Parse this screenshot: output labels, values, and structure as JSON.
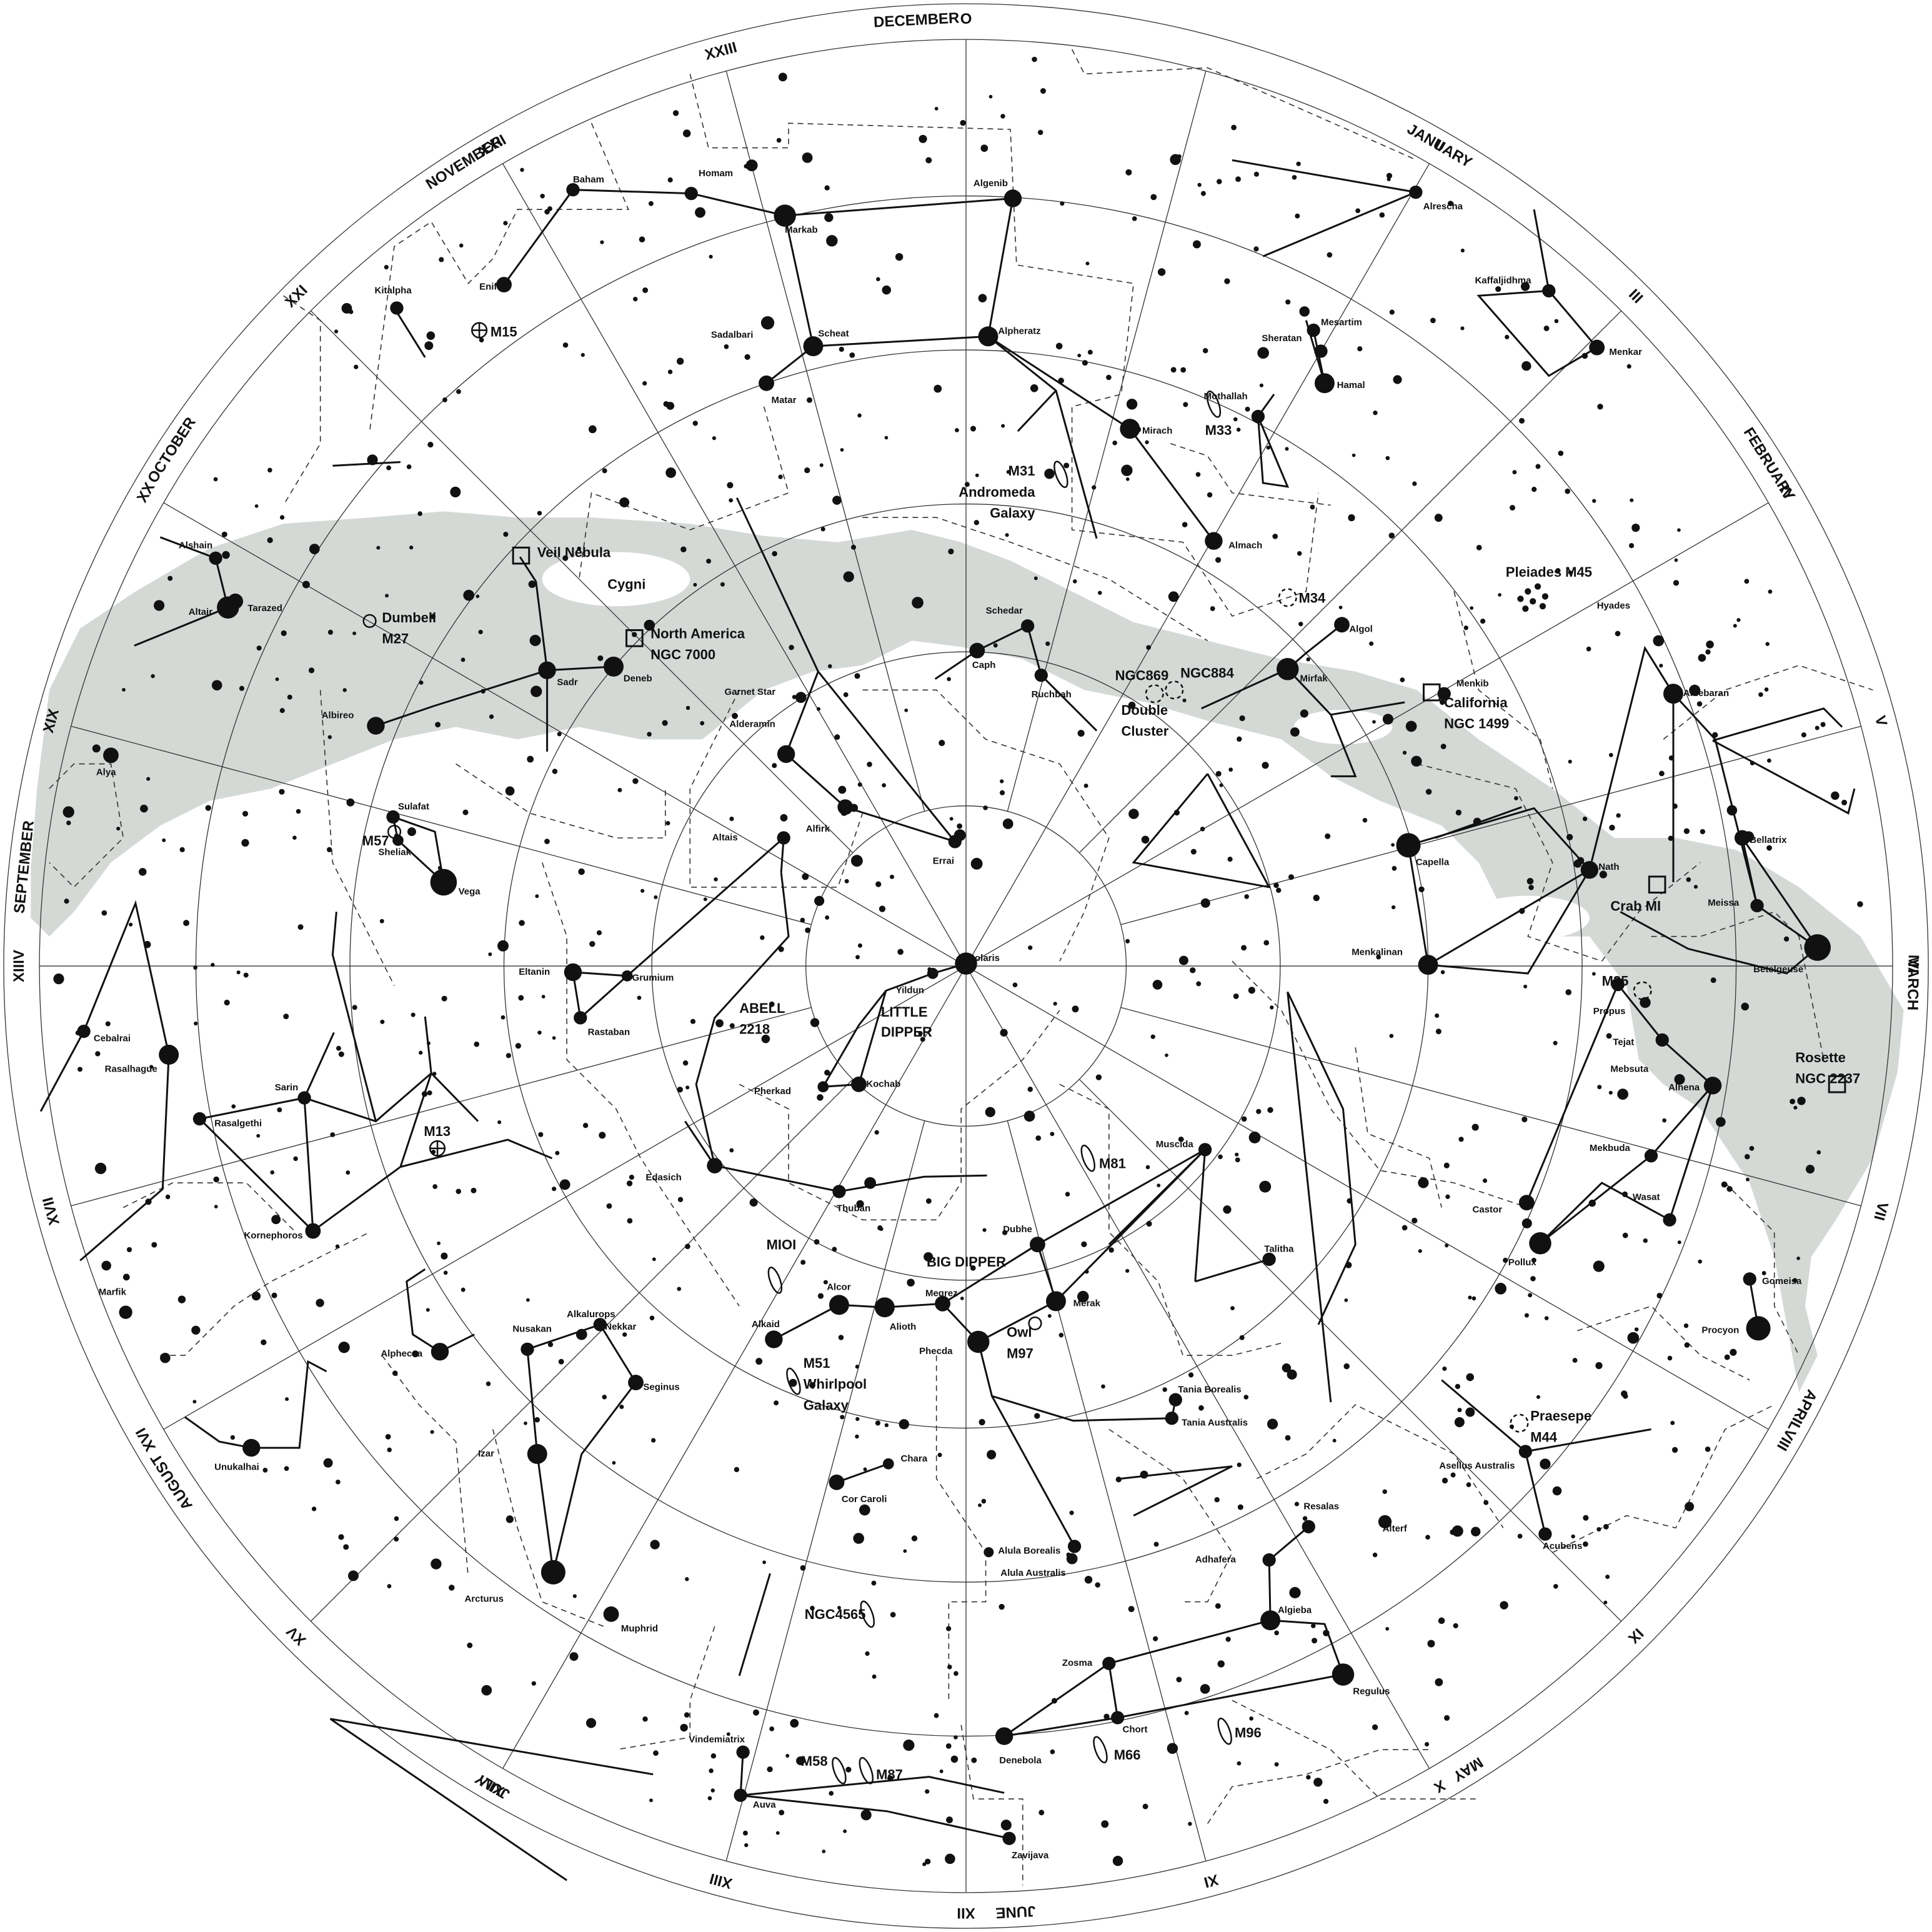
{
  "months": [
    "SEPTEMBER",
    "OCTOBER",
    "NOVEMBER",
    "DECEMBER",
    "JANUARY",
    "FEBRUARY",
    "MARCH",
    "APRIL",
    "MAY",
    "JUNE",
    "JULY",
    "AUGUST"
  ],
  "hours": [
    "O",
    "II",
    "III",
    "IV",
    "V",
    "VI",
    "VII",
    "VIII",
    "IX",
    "X",
    "XI",
    "XII",
    "XIII",
    "XIV",
    "XV",
    "XVI",
    "XVII",
    "XIIIV",
    "XIX",
    "XX",
    "XXI",
    "XXII",
    "XXIII"
  ],
  "groups": {
    "little_dipper": "LITTLE\nDIPPER",
    "big_dipper": "BIG DIPPER"
  },
  "stars": [
    "Polaris",
    "Yildun",
    "Kochab",
    "Pherkad",
    "Errai",
    "Alfirk",
    "Alderamin",
    "Garnet Star",
    "Caph",
    "Schedar",
    "Ruchbah",
    "Deneb",
    "Sadr",
    "Albireo",
    "Vega",
    "Sulafat",
    "Sheliak",
    "Altais",
    "Eltanin",
    "Grumium",
    "Rastaban",
    "Edasich",
    "Thuban",
    "Alkaid",
    "Alcor",
    "Alioth",
    "Megrez",
    "Phecda",
    "Dubhe",
    "Merak",
    "Muscida",
    "Talitha",
    "Tania Borealis",
    "Tania Australis",
    "Alula Borealis",
    "Alula Australis",
    "Cor Caroli",
    "Chara",
    "Arcturus",
    "Izar",
    "Nusakan",
    "Alkalurops",
    "Nekkar",
    "Seginus",
    "Muphrid",
    "Alphecca",
    "Unukalhai",
    "Kornephoros",
    "Rasalgethi",
    "Sarin",
    "Rasalhague",
    "Cebalrai",
    "Marfik",
    "Alya",
    "Altair",
    "Alshain",
    "Tarazed",
    "Enif",
    "Baham",
    "Homam",
    "Markab",
    "Scheat",
    "Sadalbari",
    "Matar",
    "Kitalpha",
    "Algenib",
    "Alpheratz",
    "Mirach",
    "Almach",
    "Mesartim",
    "Sheratan",
    "Hamal",
    "Mothallah",
    "Alrescha",
    "Kaffaljidhma",
    "Menkar",
    "Algol",
    "Mirfak",
    "Capella",
    "Menkalinan",
    "Menkib",
    "El Nath",
    "Aldebaran",
    "Hyades",
    "Bellatrix",
    "Meissa",
    "Betelgeuse",
    "Propus",
    "Tejat",
    "Alhena",
    "Mebsuta",
    "Mekbuda",
    "Wasat",
    "Castor",
    "Pollux",
    "Gomeisa",
    "Procyon",
    "Asellus Australis",
    "Acubens",
    "Resalas",
    "Alterf",
    "Adhafera",
    "Algieba",
    "Regulus",
    "Zosma",
    "Chort",
    "Denebola",
    "Vindemiatrix",
    "Auva",
    "Zavijava"
  ],
  "objects": [
    "Veil Nebula",
    "Cygni",
    "North America\nNGC 7000",
    "Dumbell\nM27",
    "M57",
    "M15",
    "M13",
    "M31\nAndromeda\nGalaxy",
    "M33",
    "M34",
    "NGC869",
    "NGC884",
    "Double\nCluster",
    "California\nNGC 1499",
    "Pleiades M45",
    "Crab MI",
    "M35",
    "Rosette\nNGC 2237",
    "Praesepe\nM44",
    "M81",
    "Owl\nM97",
    "M51\nWhirlpool\nGalaxy",
    "MIOI",
    "ABELL\n2218",
    "NGC4565",
    "M58",
    "M87",
    "M66",
    "M96"
  ],
  "styles": {
    "milky_way": "#d5d9d6",
    "ink": "#111111"
  }
}
